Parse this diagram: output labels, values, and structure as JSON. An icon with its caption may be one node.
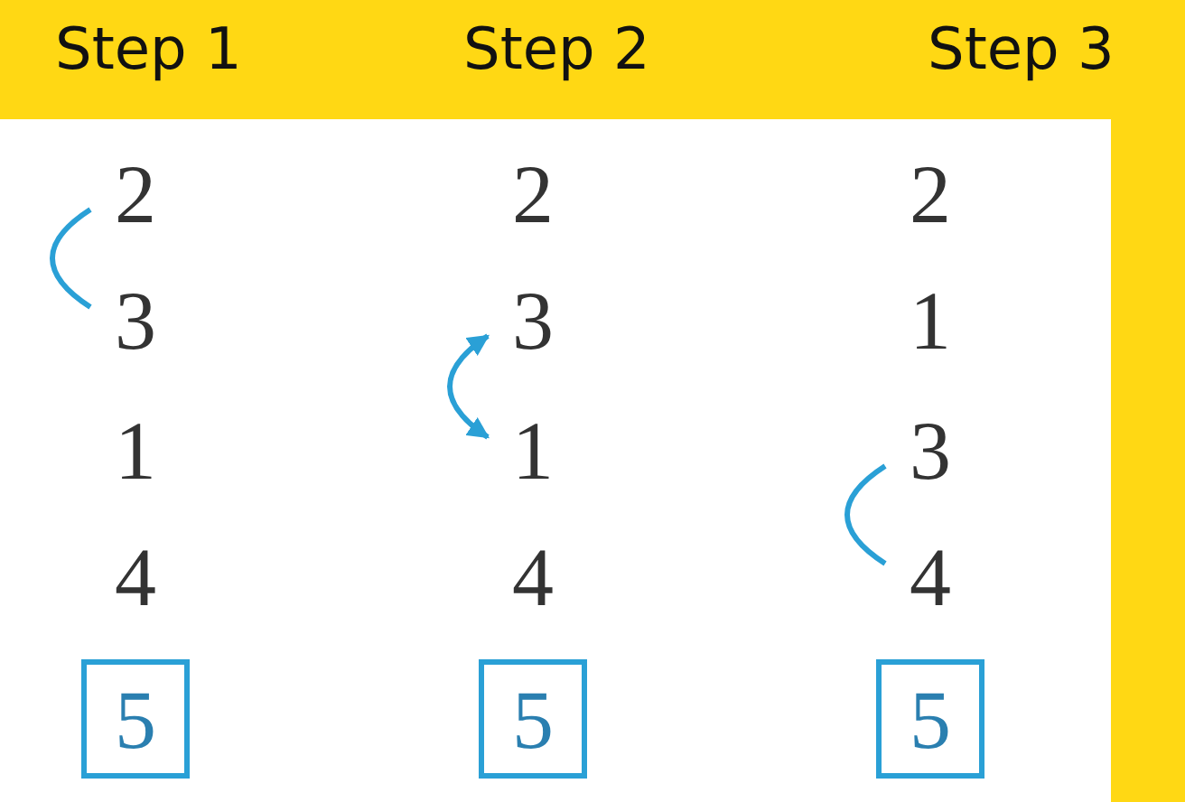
{
  "diagram": {
    "nodes": [
      {
        "text": [
          "2"
        ]
      },
      {
        "text": [
          "2"
        ]
      },
      {
        "text": [
          "2"
        ]
      },
      {
        "text": [
          "3"
        ]
      },
      {
        "text": [
          "3"
        ]
      },
      {
        "text": [
          "1"
        ]
      },
      {
        "text": [
          "1"
        ]
      },
      {
        "text": [
          "1"
        ]
      },
      {
        "text": [
          "3"
        ]
      },
      {
        "text": [
          "4"
        ]
      },
      {
        "text": [
          "4"
        ]
      },
      {
        "text": [
          "4"
        ]
      },
      {
        "text": [
          "5"
        ]
      },
      {
        "text": [
          "5"
        ]
      },
      {
        "text": [
          "5"
        ]
      }
    ],
    "edges": [
      {
        "from": 0,
        "to": 3,
        "arrow": "none"
      },
      {
        "from": 4,
        "to": 7,
        "arrow": "both"
      },
      {
        "from": 8,
        "to": 11,
        "arrow": "none"
      }
    ],
    "labels": [
      "Step 1",
      "Step 2",
      "Step 3"
    ]
  }
}
